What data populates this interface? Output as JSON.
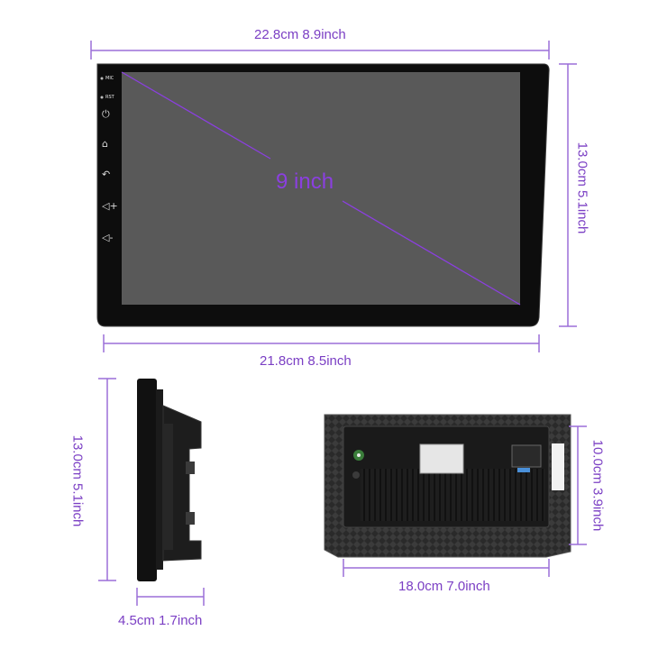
{
  "front": {
    "width_label": "22.8cm 8.9inch",
    "inner_width_label": "21.8cm 8.5inch",
    "height_label": "13.0cm 5.1inch",
    "diagonal_label": "9 inch",
    "buttons": {
      "mic": "MIC",
      "rst": "RST"
    }
  },
  "side": {
    "height_label": "13.0cm 5.1inch",
    "depth_label": "4.5cm 1.7inch"
  },
  "back": {
    "height_label": "10.0cm 3.9inch",
    "width_label": "18.0cm 7.0inch"
  },
  "icons": [
    "power-icon",
    "home-icon",
    "back-icon",
    "volume-up-icon",
    "volume-down-icon"
  ],
  "colors": {
    "accent": "#7b3fc4",
    "screen": "#595959",
    "bezel": "#0d0d0d"
  }
}
